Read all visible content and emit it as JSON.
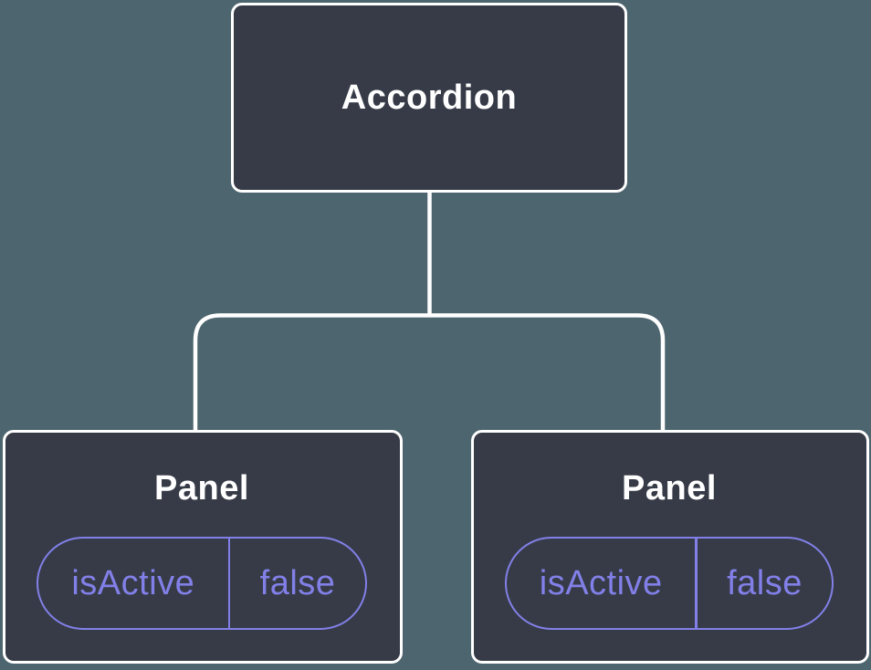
{
  "diagram": {
    "type": "component-state-tree",
    "root": {
      "label": "Accordion"
    },
    "children": [
      {
        "label": "Panel",
        "state": {
          "key": "isActive",
          "value": "false"
        }
      },
      {
        "label": "Panel",
        "state": {
          "key": "isActive",
          "value": "false"
        }
      }
    ],
    "colors": {
      "background": "#4D656E",
      "node_fill": "#363B47",
      "node_border": "#FFFFFF",
      "title_color": "#FFFFFF",
      "connector": "#FFFFFF",
      "state_accent": "#8280E8"
    }
  }
}
